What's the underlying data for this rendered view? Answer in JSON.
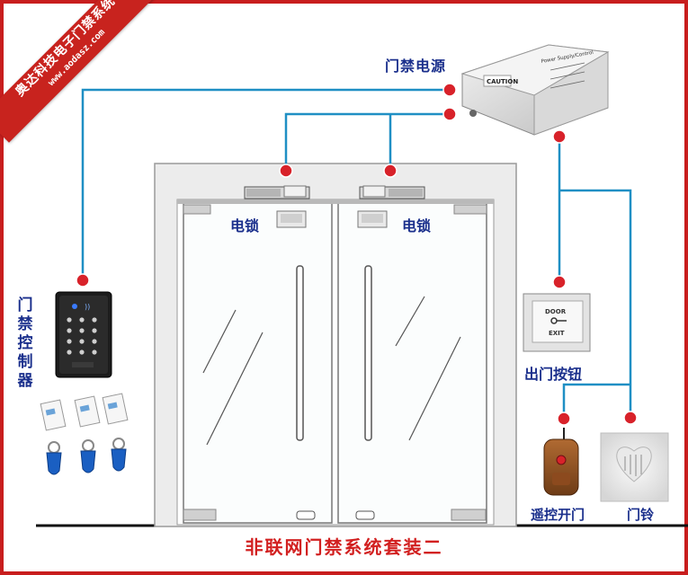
{
  "banner": {
    "company": "奥达科技电子门禁系统",
    "url": "www.aodasz.com"
  },
  "title": "非联网门禁系统套装二",
  "labels": {
    "power_supply": "门禁电源",
    "lock_left": "电锁",
    "lock_right": "电锁",
    "controller": [
      "门",
      "禁",
      "控",
      "制",
      "器"
    ],
    "exit_button": "出门按钮",
    "remote": "遥控开门",
    "doorbell": "门铃"
  },
  "psu_text": {
    "caution": "CAUTION",
    "brand": "Power Supply/Control"
  },
  "exit_button_text": {
    "top": "DOOR",
    "bottom": "EXIT"
  },
  "colors": {
    "wire": "#1f8fc4",
    "node": "#d8222a",
    "label": "#1a2f8c",
    "title": "#d22020",
    "frame": "#c81e1e"
  }
}
